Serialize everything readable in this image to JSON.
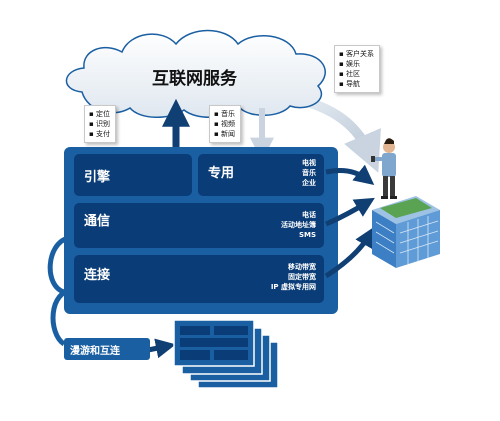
{
  "cloud": {
    "title": "互联网服务"
  },
  "notes": {
    "left": [
      "定位",
      "识别",
      "支付"
    ],
    "middle": [
      "音乐",
      "视频",
      "新闻"
    ],
    "right": [
      "客户关系",
      "娱乐",
      "社区",
      "导航"
    ]
  },
  "panel": {
    "engine": {
      "label": "引擎"
    },
    "dedicated": {
      "label": "专用",
      "items": [
        "电视",
        "音乐",
        "企业"
      ]
    },
    "communication": {
      "label": "通信",
      "items": [
        "电话",
        "活动地址簿",
        "SMS"
      ]
    },
    "connection": {
      "label": "连接",
      "items": [
        "移动带宽",
        "固定带宽",
        "IP 虚拟专用网"
      ]
    }
  },
  "roaming": {
    "label": "漫游和互连"
  },
  "colors": {
    "panel": "#1b5fa3",
    "box": "#0a3c77",
    "arrow": "#0f3f73",
    "cloud_stroke": "#1b5fa3"
  }
}
